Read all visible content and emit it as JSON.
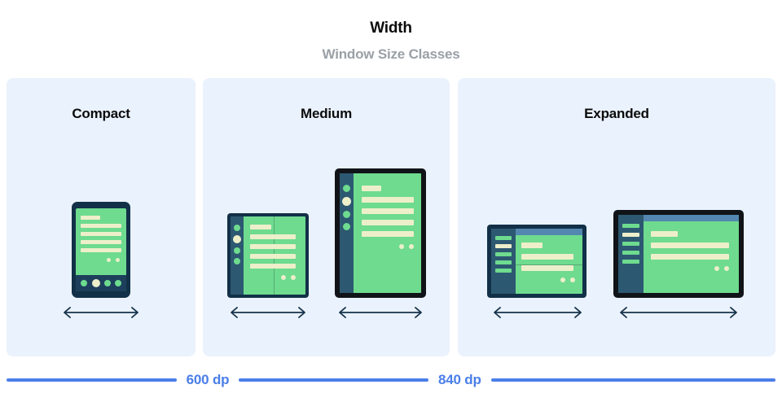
{
  "header": {
    "title": "Width",
    "subtitle": "Window Size Classes"
  },
  "colors": {
    "panel_background": "#eaf2fd",
    "page_background": "#ffffff",
    "device_frame_navy": "#123047",
    "device_frame_black": "#101418",
    "screen_green": "#6edb8f",
    "content_cream": "#edefcb",
    "nav_rail_navy": "#2d5871",
    "top_bar_blue": "#5387b0",
    "measure_blue": "#4a7ee8",
    "title_black": "#0b0b0c",
    "subtitle_gray": "#9aa0a6",
    "arrow_navy": "#16324a"
  },
  "panels": [
    {
      "id": "compact",
      "label": "Compact",
      "devices": [
        {
          "name": "phone-portrait",
          "arrow_label": "width-arrow"
        }
      ]
    },
    {
      "id": "medium",
      "label": "Medium",
      "devices": [
        {
          "name": "foldable-portrait",
          "arrow_label": "width-arrow"
        },
        {
          "name": "tablet-portrait",
          "arrow_label": "width-arrow"
        }
      ]
    },
    {
      "id": "expanded",
      "label": "Expanded",
      "devices": [
        {
          "name": "foldable-landscape",
          "arrow_label": "width-arrow"
        },
        {
          "name": "tablet-landscape",
          "arrow_label": "width-arrow"
        }
      ]
    }
  ],
  "measures": [
    {
      "id": "measure-600",
      "label": "600 dp"
    },
    {
      "id": "measure-840",
      "label": "840 dp"
    }
  ]
}
